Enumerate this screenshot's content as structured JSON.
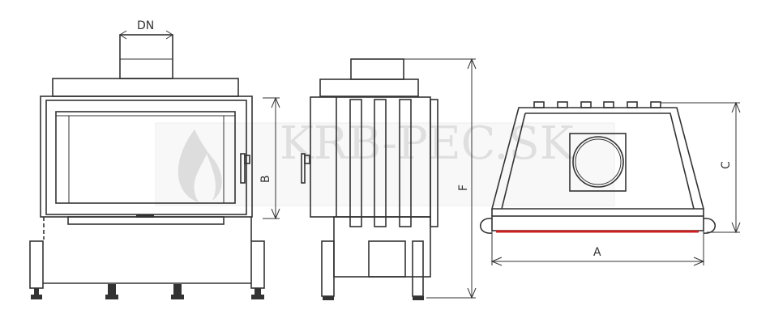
{
  "labels": {
    "dn": "DN",
    "b": "B",
    "f": "F",
    "a": "A",
    "c": "C"
  },
  "watermark": "KRB-PEC.SK",
  "colors": {
    "line": "#333333",
    "accent": "#cc1f1f",
    "watermark": "#cccccc"
  }
}
